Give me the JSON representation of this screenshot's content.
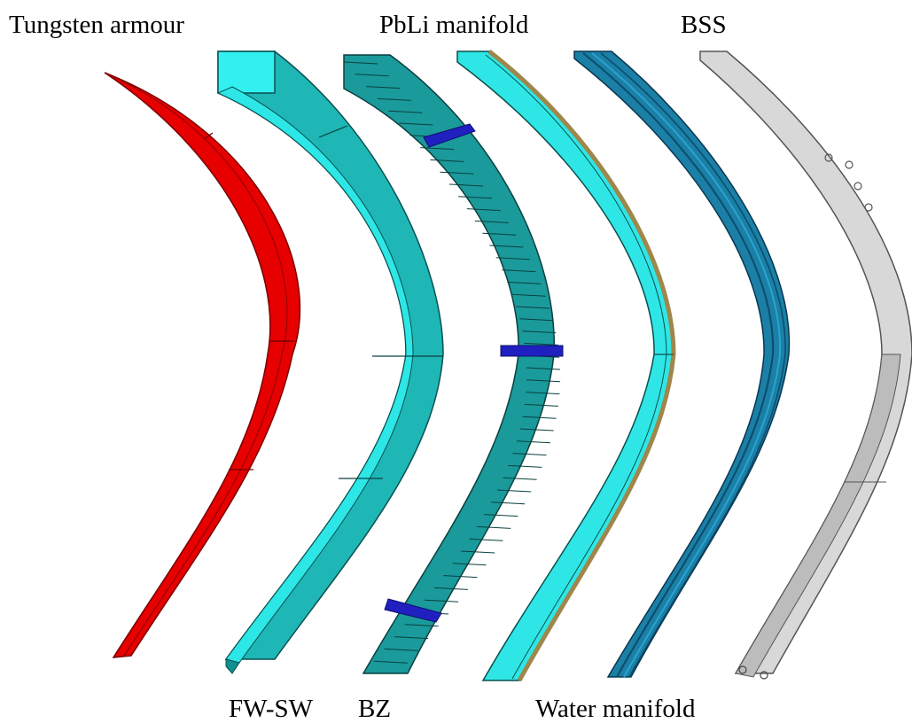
{
  "labels": {
    "tungsten_armour": "Tungsten armour",
    "pbli_manifold": "PbLi manifold",
    "bss": "BSS",
    "fw_sw": "FW-SW",
    "bz": "BZ",
    "water_manifold": "Water manifold"
  },
  "components": [
    {
      "key": "tungsten_armour",
      "color": "#e60000",
      "edge": "#7a0000"
    },
    {
      "key": "fw_sw",
      "color": "#1ee8e8",
      "edge": "#0a5050"
    },
    {
      "key": "bz",
      "color": "#1a9a9a",
      "edge": "#0b3f3f",
      "accent": "#2020c0"
    },
    {
      "key": "pbli_manifold",
      "color": "#2fe6e6",
      "edge": "#0a4f4f",
      "accent": "#a0864a"
    },
    {
      "key": "water_manifold",
      "color": "#1b7fa6",
      "edge": "#083650"
    },
    {
      "key": "bss",
      "color": "#d8d8d8",
      "edge": "#555555"
    }
  ]
}
